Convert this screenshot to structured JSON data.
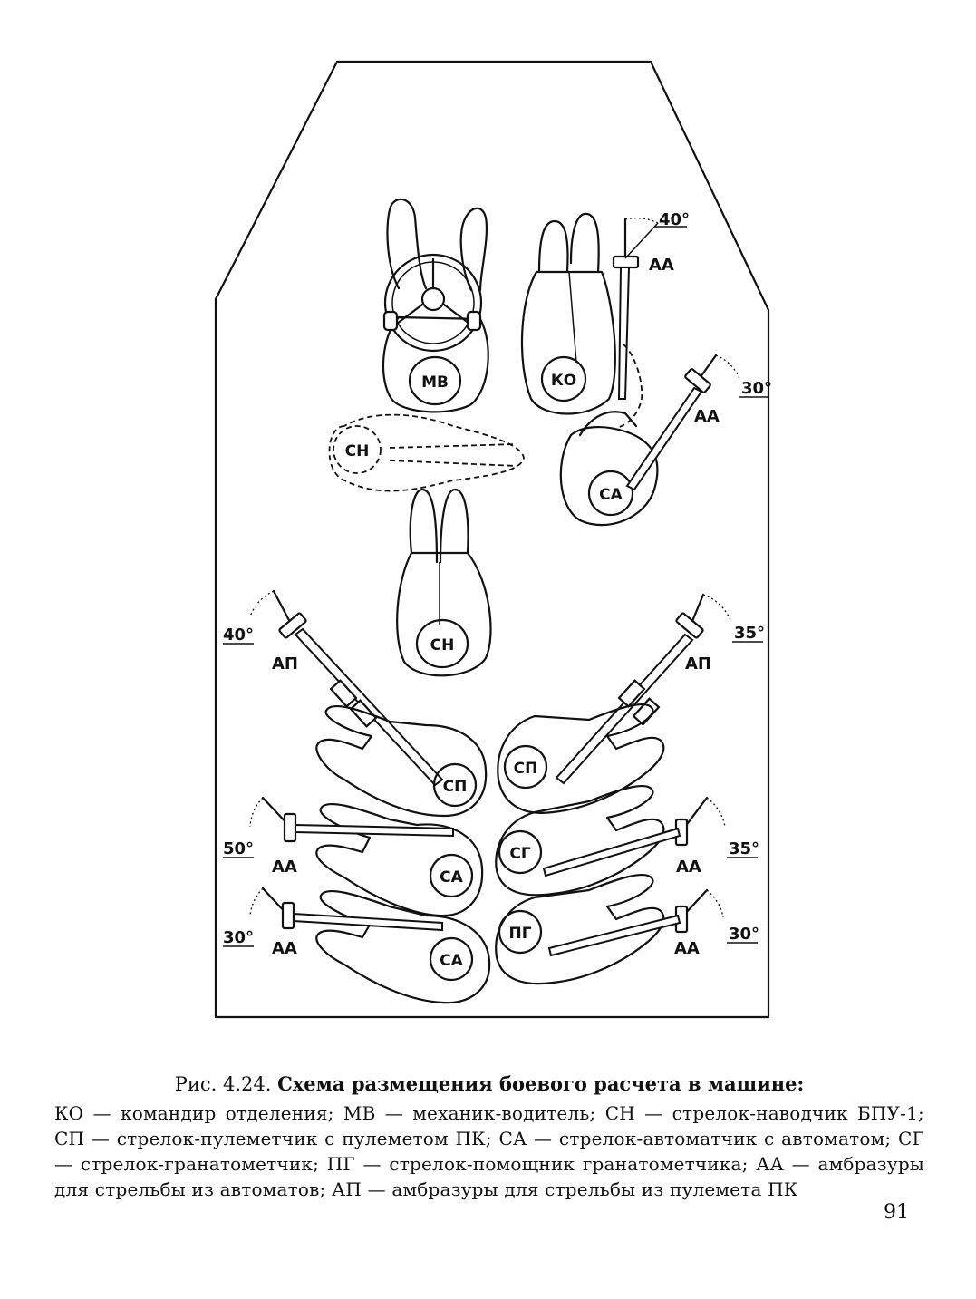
{
  "diagram": {
    "seats": {
      "mv": "МВ",
      "ko": "КО",
      "sn_front": "СН",
      "sn_rear": "СН",
      "sa_front": "СА",
      "sp_left": "СП",
      "sp_right": "СП",
      "sa_left_mid": "СА",
      "sg_right": "СГ",
      "sa_left_rear": "СА",
      "pg_right": "ПГ"
    },
    "embrasures": {
      "aa_front_top": "АА",
      "aa_front_right": "АА",
      "ap_left": "АП",
      "ap_right": "АП",
      "aa_left_mid": "АА",
      "aa_right_mid": "АА",
      "aa_left_rear": "АА",
      "aa_right_rear": "АА"
    },
    "angles": {
      "front_top": "40°",
      "front_right": "30°",
      "ap_left": "40°",
      "ap_right": "35°",
      "left_mid": "50°",
      "right_mid": "35°",
      "left_rear": "30°",
      "right_rear": "30°"
    }
  },
  "caption": {
    "prefix": "Рис. 4.24.",
    "title": "Схема размещения боевого расчета в машине:",
    "text": "КО — командир отделения; МВ — механик-водитель; СН — стрелок-наводчик БПУ-1; СП — стрелок-пулеметчик с пулеметом ПК; СА — стрелок-автоматчик с автоматом; СГ — стрелок-гранатометчик; ПГ — стрелок-помощник гранатометчика; АА — амбразуры для стрельбы из автоматов; АП — амбразуры для стрельбы из пулемета ПК"
  },
  "page_number": "91"
}
